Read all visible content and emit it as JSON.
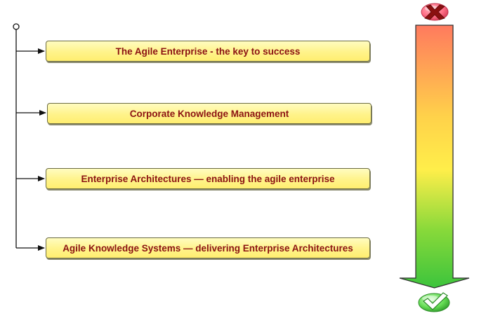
{
  "topics": [
    {
      "label": "The Agile Enterprise - the key to success"
    },
    {
      "label": "Corporate Knowledge Management"
    },
    {
      "label": "Enterprise Architectures — enabling the agile enterprise"
    },
    {
      "label": "Agile Knowledge Systems — delivering Enterprise Architectures"
    }
  ],
  "scale": {
    "top_icon": "red-cross-icon",
    "bottom_icon": "green-check-icon",
    "gradient_colors": [
      "#ff7a5e",
      "#ffd24a",
      "#ffee4a",
      "#88d93a",
      "#3cc43c"
    ]
  }
}
